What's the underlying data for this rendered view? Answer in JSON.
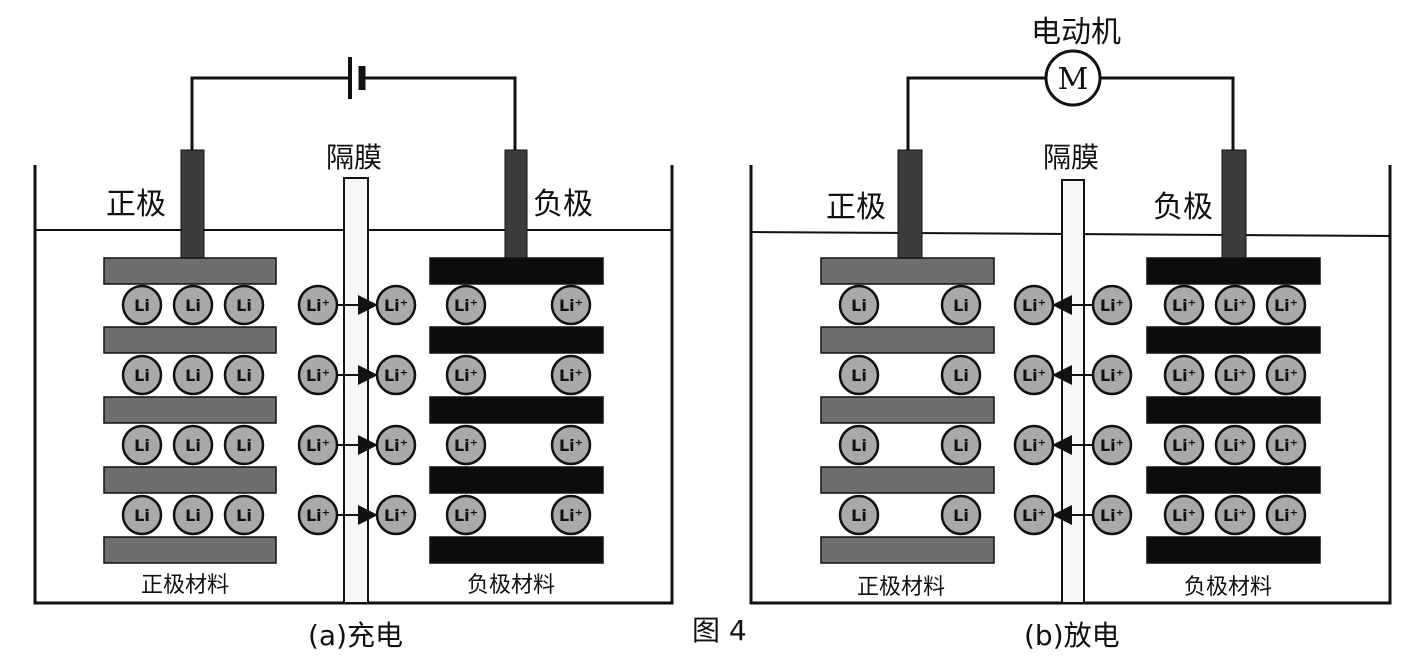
{
  "panel_a": {
    "positive_label": "正极",
    "negative_label": "负极",
    "separator_label": "隔膜",
    "positive_material_label": "正极材料",
    "negative_material_label": "负极材料",
    "caption": "(a)充电"
  },
  "panel_b": {
    "motor_title": "电动机",
    "motor_symbol": "M",
    "positive_label": "正极",
    "negative_label": "负极",
    "separator_label": "隔膜",
    "positive_material_label": "正极材料",
    "negative_material_label": "负极材料",
    "caption": "(b)放电"
  },
  "figure_label": "图 4",
  "ion_labels": {
    "atom": "Li",
    "ion": "Li⁺"
  },
  "colors": {
    "outline": "#111111",
    "positive_plate": "#6e6e6e",
    "negative_plate": "#0c0c0c",
    "ion_fill": "#a9a9a9",
    "separator_fill": "#f6f6f6"
  }
}
